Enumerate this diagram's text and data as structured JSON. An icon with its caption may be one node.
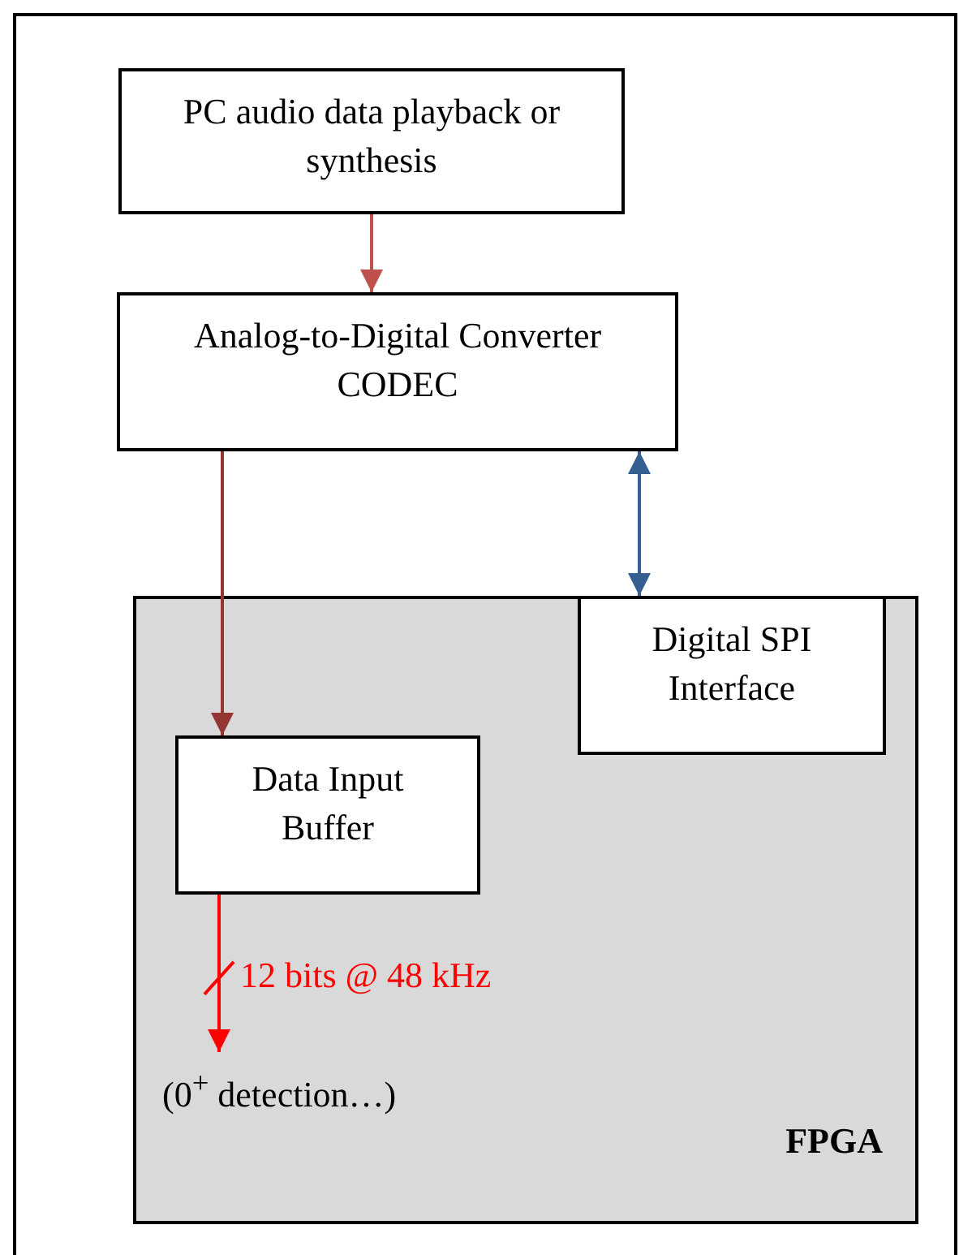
{
  "diagram": {
    "nodes": [
      {
        "text": [
          "PC audio data playback or synthesis"
        ]
      },
      {
        "text": [
          "Analog-to-Digital Converter CODEC"
        ]
      },
      {
        "text": [
          "FPGA"
        ]
      },
      {
        "text": [
          "Digital SPI Interface"
        ],
        "in": 2
      },
      {
        "text": [
          "Data Input Buffer"
        ],
        "in": 2
      },
      {
        "text": [
          "(0$^{+}$ detection…)"
        ],
        "in": 2
      }
    ],
    "edges": [
      {
        "from": 0,
        "to": 1,
        "arrow": "to",
        "color": "#c0504d"
      },
      {
        "from": 1,
        "to": 4,
        "arrow": "to",
        "color": "#943634"
      },
      {
        "from": 1,
        "to": 3,
        "arrow": "both",
        "color": "#365f91"
      },
      {
        "from": 4,
        "to": 5,
        "arrow": "to",
        "color": "#ff0000",
        "label": "12 bits @ 48 kHz"
      }
    ]
  }
}
